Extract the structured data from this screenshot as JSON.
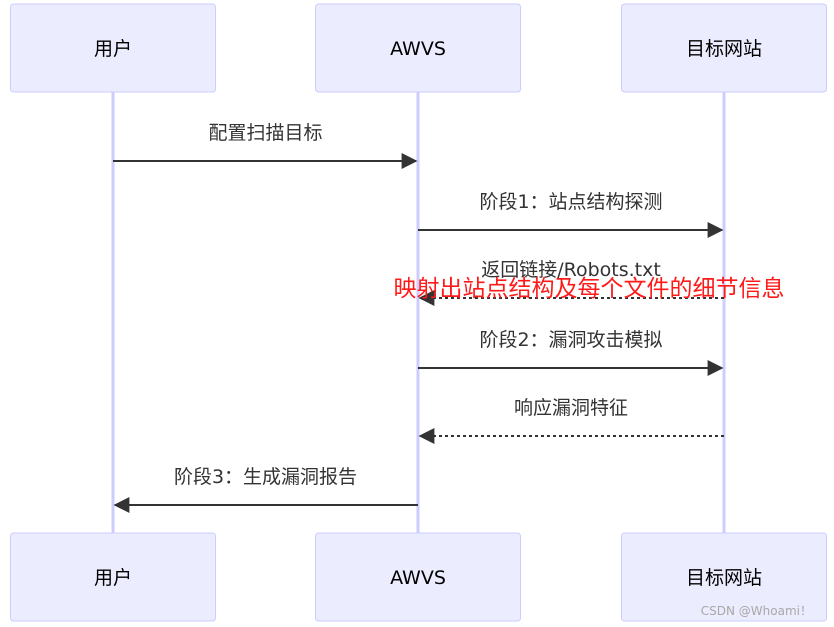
{
  "actors": [
    {
      "id": "user",
      "label": "用户"
    },
    {
      "id": "awvs",
      "label": "AWVS"
    },
    {
      "id": "target",
      "label": "目标网站"
    }
  ],
  "messages": [
    {
      "from": "user",
      "to": "awvs",
      "label": "配置扫描目标",
      "style": "solid"
    },
    {
      "from": "awvs",
      "to": "target",
      "label": "阶段1：站点结构探测",
      "style": "solid"
    },
    {
      "from": "target",
      "to": "awvs",
      "label": "返回链接/Robots.txt",
      "style": "dashed"
    },
    {
      "from": "awvs",
      "to": "target",
      "label": "阶段2：漏洞攻击模拟",
      "style": "solid"
    },
    {
      "from": "target",
      "to": "awvs",
      "label": "响应漏洞特征",
      "style": "dashed"
    },
    {
      "from": "awvs",
      "to": "user",
      "label": "阶段3：生成漏洞报告",
      "style": "solid"
    }
  ],
  "annotation": {
    "text": "映射出站点结构及每个文件的细节信息",
    "color": "#ff1a1a"
  },
  "watermark": "CSDN @Whoami！",
  "colors": {
    "actor_fill": "#ECECFF",
    "actor_border": "#CCCCFF",
    "lifeline": "#CCCCFF",
    "message": "#333333"
  }
}
